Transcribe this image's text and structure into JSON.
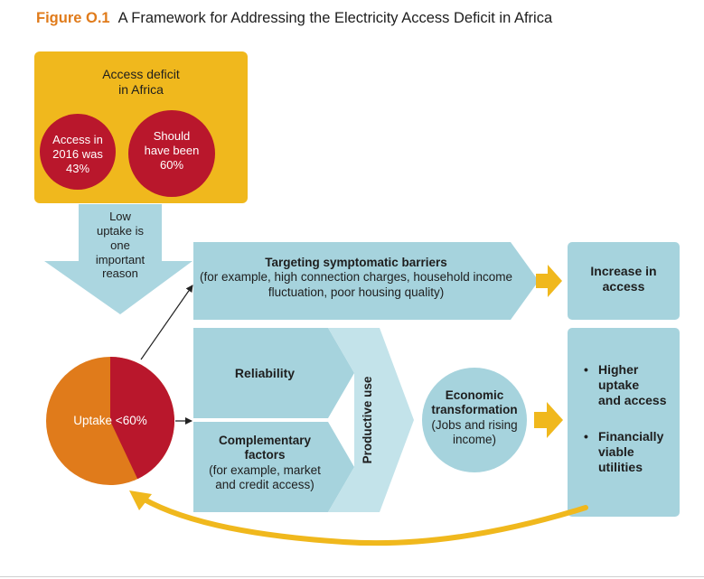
{
  "title": {
    "label": "Figure O.1",
    "text": "A Framework for Addressing the Electricity Access Deficit in Africa"
  },
  "deficit_box": {
    "heading_line1": "Access deficit",
    "heading_line2": "in Africa",
    "circle_left": [
      "Access in",
      "2016 was",
      "43%"
    ],
    "circle_right": [
      "Should",
      "have been",
      "60%"
    ]
  },
  "down_arrow_text": [
    "Low",
    "uptake is",
    "one",
    "important",
    "reason"
  ],
  "barriers": {
    "title": "Targeting symptomatic barriers",
    "line1": "(for example, high connection charges, household income",
    "line2": "fluctuation, poor housing quality)"
  },
  "increase_access": [
    "Increase in",
    "access"
  ],
  "uptake_pie": {
    "label": "Uptake <60%",
    "uptake_share": 0.43
  },
  "reliability": "Reliability",
  "complementary": {
    "title_line1": "Complementary",
    "title_line2": "factors",
    "line1": "(for example, market",
    "line2": "and credit access)"
  },
  "productive_use": "Productive use",
  "economic": {
    "title_line1": "Economic",
    "title_line2": "transformation",
    "line1": "(Jobs and rising",
    "line2": "income)"
  },
  "outcomes": {
    "bullet1": [
      "Higher",
      "uptake",
      "and access"
    ],
    "bullet2": [
      "Financially",
      "viable",
      "utilities"
    ]
  },
  "colors": {
    "yellow": "#f0b81d",
    "red": "#b9172c",
    "orange": "#e07b1b",
    "light_blue": "#a6d3dd",
    "pale_blue": "#c3e3ea",
    "arrow_blue": "#abd6e0"
  }
}
